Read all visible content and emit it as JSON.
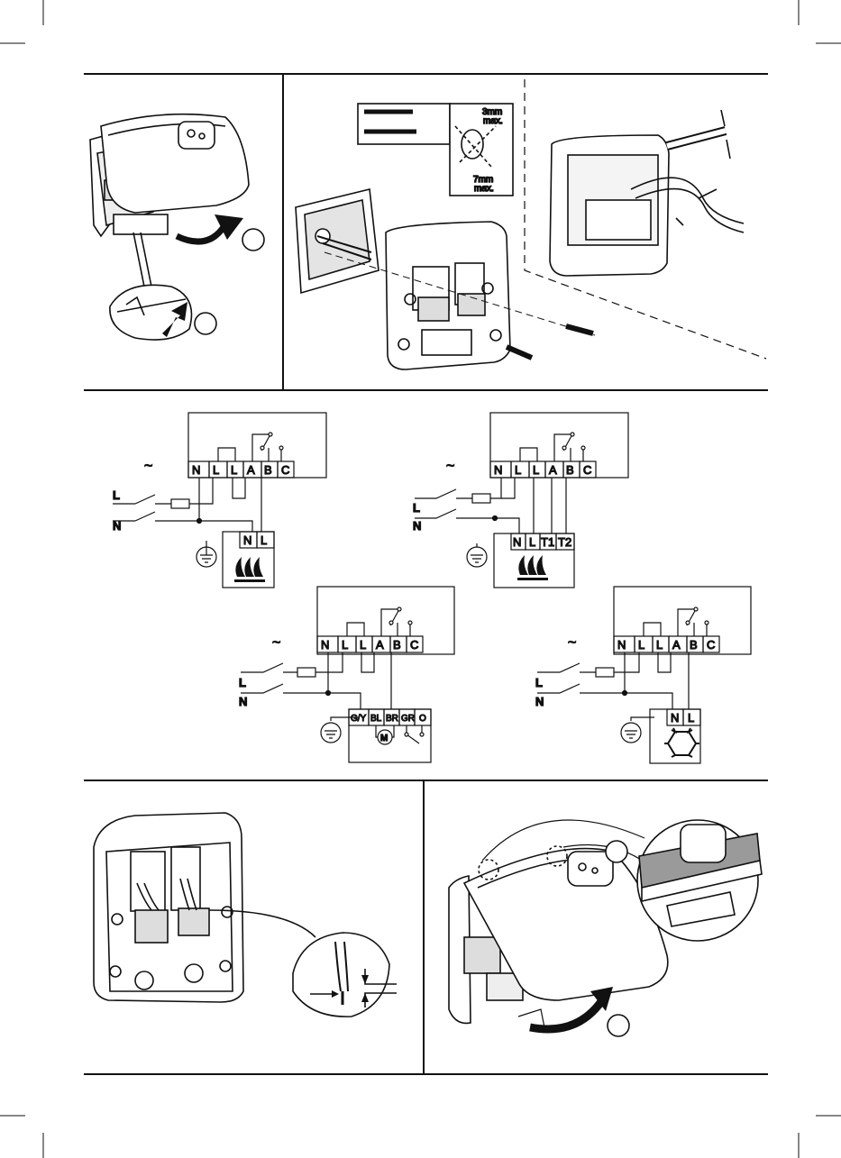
{
  "screw_spec": {
    "head_clearance": "3mm",
    "head_clearance_unit": "max.",
    "shaft_clearance": "7mm",
    "shaft_clearance_unit": "max."
  },
  "relay_terminals": [
    "N",
    "L",
    "L",
    "A",
    "B",
    "C"
  ],
  "supply": {
    "live": "L",
    "neutral": "N",
    "ac_symbol": "~"
  },
  "boiler_terminals": [
    "N",
    "L"
  ],
  "boiler2_terminals": [
    "N",
    "L",
    "T1",
    "T2"
  ],
  "valve_terminals": [
    "G/Y",
    "BL",
    "BR",
    "GR",
    "O"
  ],
  "motor_symbol": "M",
  "cooling_terminals": [
    "N",
    "L"
  ],
  "colors": {
    "line": "#111111",
    "gray": "#9a9a9a",
    "light_gray": "#cfcfcf"
  },
  "icons": [
    "screwdriver-icon",
    "rotate-arrow-icon",
    "flame-icon",
    "earth-icon",
    "snowflake-icon",
    "motor-icon"
  ]
}
